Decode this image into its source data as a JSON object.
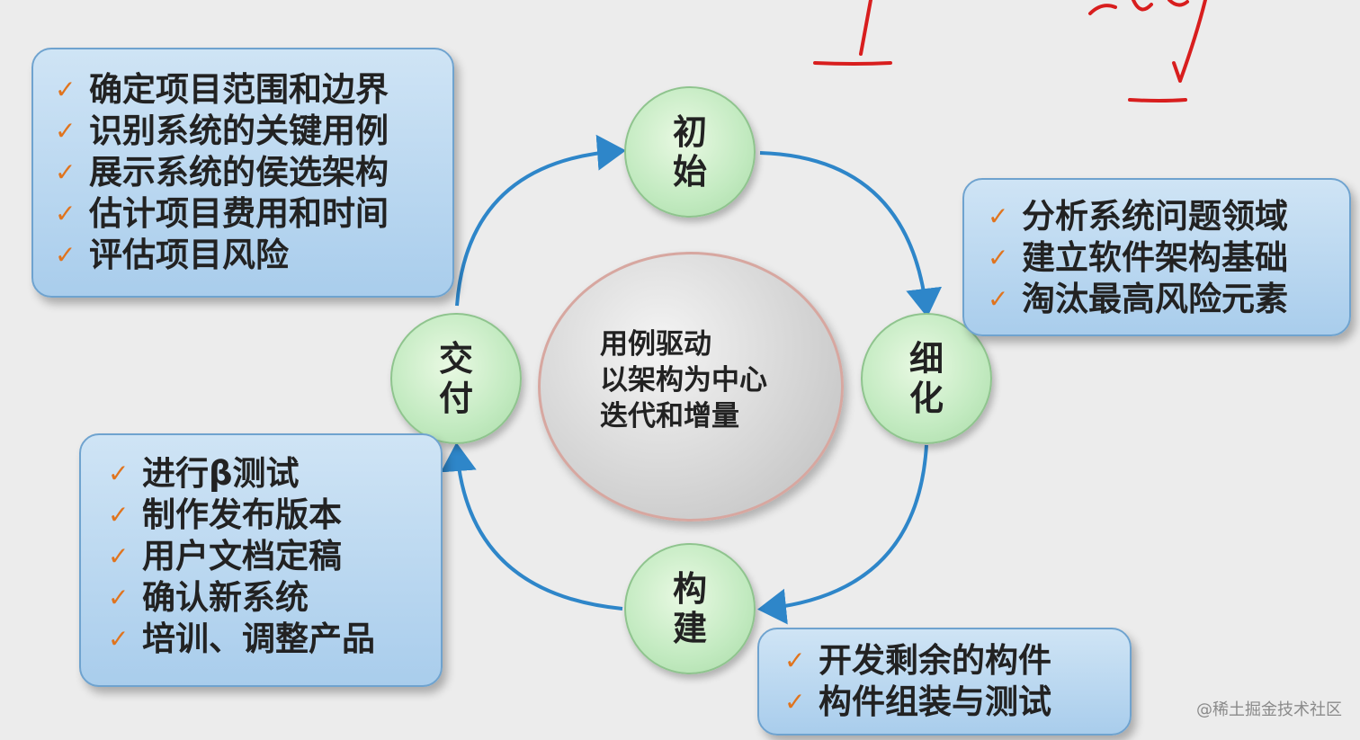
{
  "phases": {
    "inception": "初始",
    "elaboration": "细化",
    "construction": "构建",
    "transition": "交付"
  },
  "center": {
    "lines": [
      "用例驱动",
      "以架构为中心",
      "迭代和增量"
    ]
  },
  "boxes": {
    "inception": {
      "items": [
        "确定项目范围和边界",
        "识别系统的关键用例",
        "展示系统的侯选架构",
        "估计项目费用和时间",
        "评估项目风险"
      ]
    },
    "elaboration": {
      "items": [
        "分析系统问题领域",
        "建立软件架构基础",
        "淘汰最高风险元素"
      ]
    },
    "transition": {
      "items": [
        "进行β测试",
        "制作发布版本",
        "用户文档定稿",
        "确认新系统",
        "培训、调整产品"
      ]
    },
    "construction": {
      "items": [
        "开发剩余的构件",
        "构件组装与测试"
      ]
    }
  },
  "check_mark": "✓",
  "watermark": "@稀土掘金技术社区",
  "colors": {
    "box_fill": "#b8d7f0",
    "box_border": "#6fa3cf",
    "node_fill": "#c2eac0",
    "arrow": "#2e86c9",
    "check": "#e0741e",
    "annotation_red": "#d81e1e"
  }
}
